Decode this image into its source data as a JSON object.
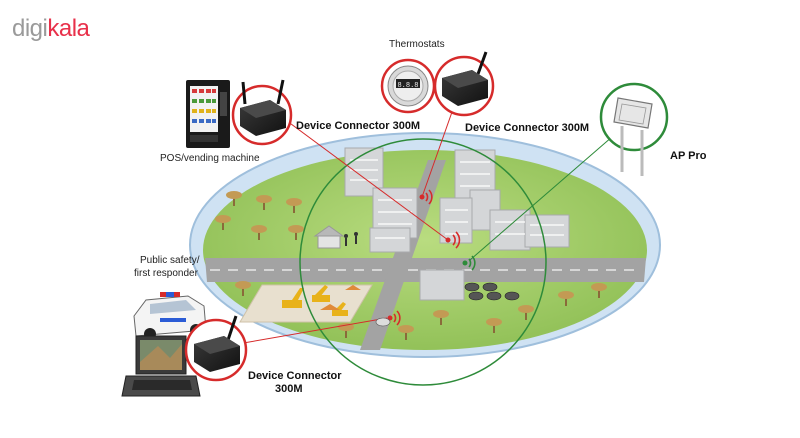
{
  "brand": {
    "part1": "digi",
    "part2": "kala",
    "accent": "#e8304a",
    "gray": "#9a9a9a"
  },
  "labels": {
    "thermostats": "Thermostats",
    "device_connector_top_left": "Device Connector 300M",
    "device_connector_top_right": "Device Connector 300M",
    "pos_vending": "POS/vending machine",
    "ap_pro": "AP Pro",
    "public_safety_line1": "Public safety/",
    "public_safety_line2": "first responder",
    "device_connector_bottom_line1": "Device Connector",
    "device_connector_bottom_line2": "300M"
  },
  "thermostat_display": "8.8.8",
  "colors": {
    "signal_red": "#d62b2b",
    "signal_green": "#2e8b3a",
    "ground": "#9ec964",
    "water": "#bcd7ee",
    "road": "#9a9a9a"
  }
}
